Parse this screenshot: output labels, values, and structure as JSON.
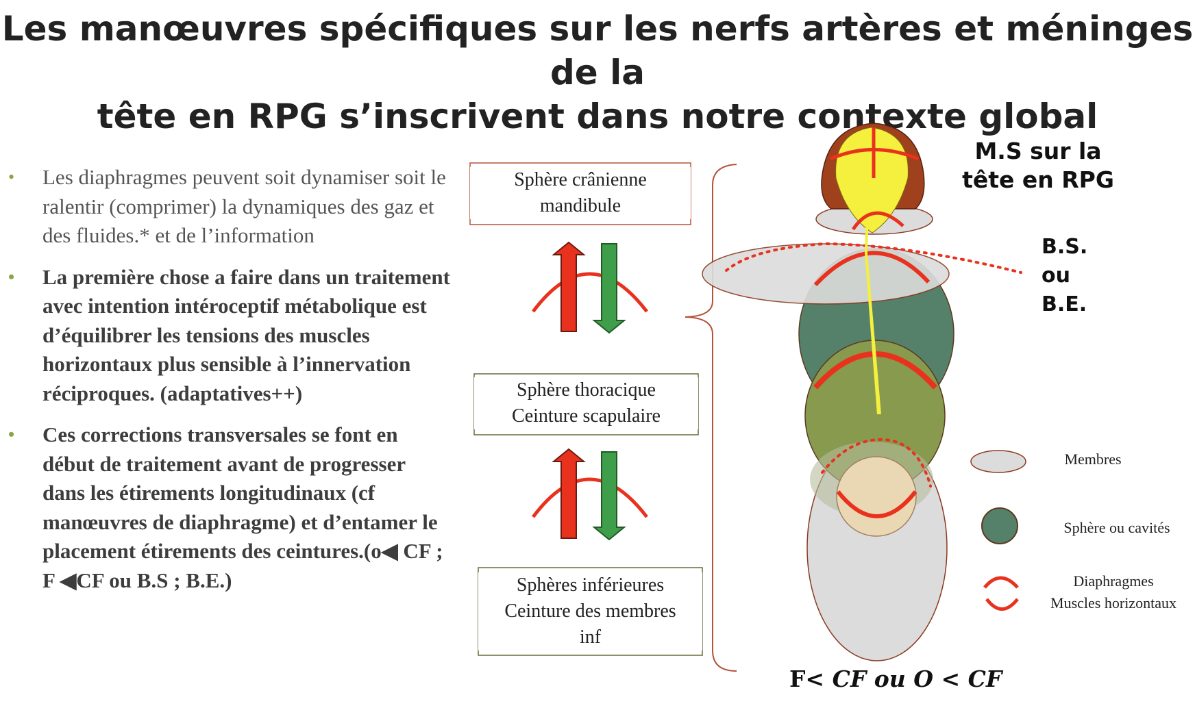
{
  "title": {
    "line1": "Les manœuvres spécifiques sur les nerfs artères et méninges de la",
    "line2": "tête en RPG s’inscrivent  dans notre contexte global"
  },
  "bullets": [
    {
      "marker": "•",
      "text": "Les diaphragmes peuvent soit dynamiser soit le ralentir (comprimer) la dynamiques des gaz et des fluides.* et de l’information"
    },
    {
      "marker": "•",
      "text": "La première chose a faire dans un traitement  avec intention  intéroceptif métabolique est d’équilibrer les tensions des muscles horizontaux plus sensible à l’innervation réciproques. (adaptatives++)"
    },
    {
      "marker": "•",
      "text": "Ces corrections transversales se font en début de traitement avant de progresser dans les étirements longitudinaux (cf manœuvres de diaphragme) et  d’entamer le placement étirements des ceintures.(o◀ CF ; F ◀CF ou B.S ; B.E.)"
    }
  ],
  "boxes": {
    "cranial": {
      "line1": "Sphère crânienne",
      "line2": "mandibule"
    },
    "thoracic": {
      "line1": "Sphère thoracique",
      "line2": "Ceinture scapulaire"
    },
    "inferior": {
      "line1": "Sphères inférieures",
      "line2": "Ceinture  des membres",
      "line3": "inf"
    }
  },
  "labels": {
    "ms": {
      "line1": "M.S sur la",
      "line2": "tête en RPG"
    },
    "bs": {
      "line1": "B.S.",
      "line2": "ou",
      "line3": "B.E."
    },
    "formula_left": "F<",
    "formula_right": "CF ou O < CF"
  },
  "legend": {
    "membres": "Membres",
    "sphere": "Sphère ou cavités",
    "diaphragmes_line1": "Diaphragmes",
    "diaphragmes_line2": "Muscles horizontaux"
  },
  "colors": {
    "arrow_red": "#e8321e",
    "arrow_green": "#3f9e4a",
    "membres_gray": "#dcdcdc",
    "sphere_dark_green": "#55806a",
    "sphere_olive": "#879a4e",
    "head_brown": "#a0411d",
    "nerve_yellow": "#f5ef3d",
    "pelvis_beige": "#ead7b4",
    "box_border_red": "#b5523b",
    "box_border_olive": "#6b6a3a",
    "bullet_green": "#8aa640"
  }
}
